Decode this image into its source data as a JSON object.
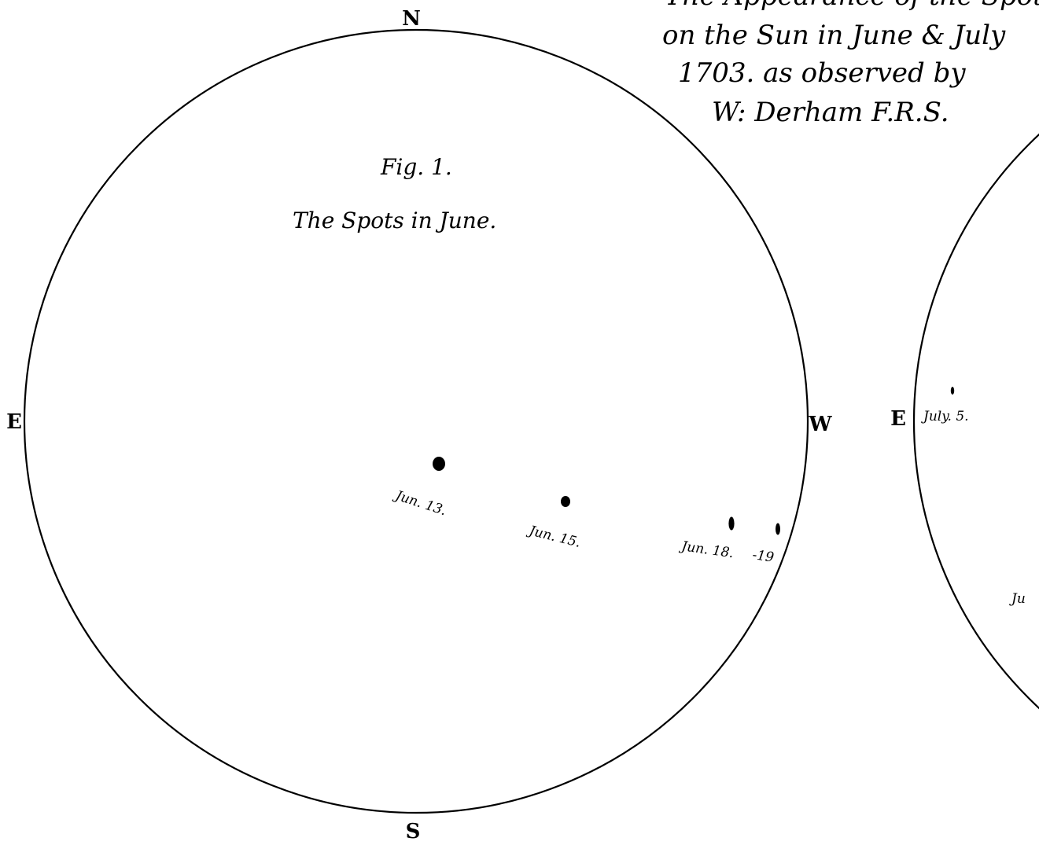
{
  "title": {
    "lines": [
      "The Appearance of the Spots",
      "on the Sun in June & July",
      "1703. as observed by",
      "W: Derham F.R.S."
    ]
  },
  "figure1": {
    "fig_label": "Fig. 1.",
    "caption": "The Spots in June.",
    "compass": {
      "north": "N",
      "south": "S",
      "east": "E",
      "west": "W"
    },
    "spots": [
      {
        "label": "Jun. 13."
      },
      {
        "label": "Jun. 15."
      },
      {
        "label": "Jun. 18."
      },
      {
        "label": "-19"
      }
    ]
  },
  "figure2": {
    "compass": {
      "east": "E"
    },
    "spots": [
      {
        "label": "July. 5."
      },
      {
        "label": "Ju"
      }
    ]
  }
}
